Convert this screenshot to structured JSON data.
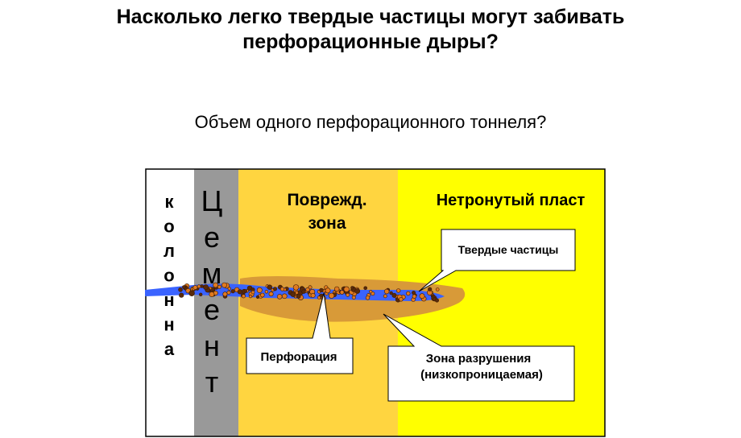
{
  "title_line1": "Насколько легко твердые частицы могут забивать",
  "title_line2": "перфорационные дыры?",
  "subtitle": "Объем одного перфорационного тоннеля?",
  "colors": {
    "cement": "#999999",
    "damaged_zone": "#ffd540",
    "virgin_formation": "#ffff00",
    "crushed_zone": "#d89a38",
    "perforation": "#3a63ff",
    "particles": "#c86a20"
  },
  "zones": {
    "column_letters": [
      "к",
      "о",
      "л",
      "о",
      "н",
      "н",
      "а"
    ],
    "cement_letters": [
      "Ц",
      "е",
      "м",
      "е",
      "н",
      "т"
    ],
    "damaged_line1": "Поврежд.",
    "damaged_line2": "зона",
    "virgin": "Нетронутый пласт"
  },
  "callouts": {
    "particles": "Твердые частицы",
    "perforation": "Перфорация",
    "crushed_line1": "Зона разрушения",
    "crushed_line2": "(низкопроницаемая)"
  }
}
